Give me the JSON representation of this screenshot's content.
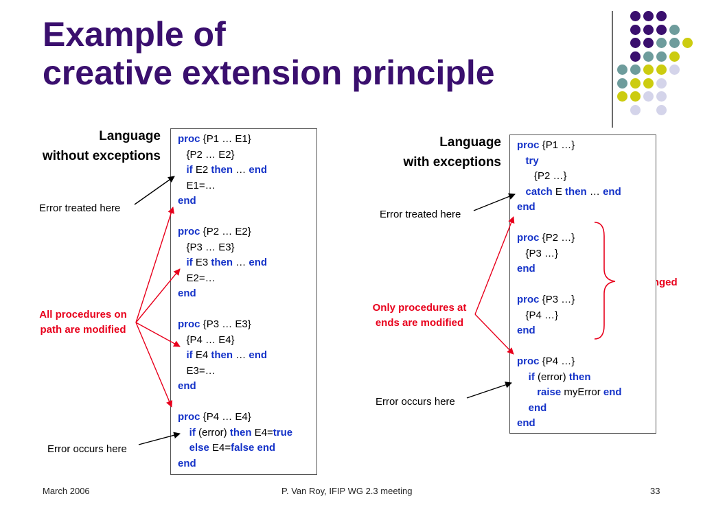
{
  "slide": {
    "title_lines": [
      "Example of",
      "creative extension principle"
    ]
  },
  "left": {
    "label_lines": [
      "Language",
      "without exceptions"
    ],
    "error_treated": "Error treated here",
    "error_occurs": "Error occurs here",
    "red_lines": [
      "All procedures on",
      "path are modified"
    ],
    "code": [
      [
        [
          "kw",
          "proc"
        ],
        [
          "t",
          " {P1 … E1}"
        ]
      ],
      [
        [
          "t",
          "   {P2 … E2}"
        ]
      ],
      [
        [
          "t",
          "   "
        ],
        [
          "kw",
          "if"
        ],
        [
          "t",
          " E2 "
        ],
        [
          "kw",
          "then"
        ],
        [
          "t",
          " … "
        ],
        [
          "kw",
          "end"
        ]
      ],
      [
        [
          "t",
          "   E1=…"
        ]
      ],
      [
        [
          "kw",
          "end"
        ]
      ],
      [],
      [
        [
          "kw",
          "proc"
        ],
        [
          "t",
          " {P2 … E2}"
        ]
      ],
      [
        [
          "t",
          "   {P3 … E3}"
        ]
      ],
      [
        [
          "t",
          "   "
        ],
        [
          "kw",
          "if"
        ],
        [
          "t",
          " E3 "
        ],
        [
          "kw",
          "then"
        ],
        [
          "t",
          " … "
        ],
        [
          "kw",
          "end"
        ]
      ],
      [
        [
          "t",
          "   E2=…"
        ]
      ],
      [
        [
          "kw",
          "end"
        ]
      ],
      [],
      [
        [
          "kw",
          "proc"
        ],
        [
          "t",
          " {P3 … E3}"
        ]
      ],
      [
        [
          "t",
          "   {P4 … E4}"
        ]
      ],
      [
        [
          "t",
          "   "
        ],
        [
          "kw",
          "if"
        ],
        [
          "t",
          " E4 "
        ],
        [
          "kw",
          "then"
        ],
        [
          "t",
          " … "
        ],
        [
          "kw",
          "end"
        ]
      ],
      [
        [
          "t",
          "   E3=…"
        ]
      ],
      [
        [
          "kw",
          "end"
        ]
      ],
      [],
      [
        [
          "kw",
          "proc"
        ],
        [
          "t",
          " {P4 … E4}"
        ]
      ],
      [
        [
          "t",
          "    "
        ],
        [
          "kw",
          "if"
        ],
        [
          "t",
          " (error) "
        ],
        [
          "kw",
          "then"
        ],
        [
          "t",
          " E4="
        ],
        [
          "kw",
          "true"
        ]
      ],
      [
        [
          "t",
          "    "
        ],
        [
          "kw",
          "else"
        ],
        [
          "t",
          " E4="
        ],
        [
          "kw",
          "false"
        ],
        [
          "t",
          " "
        ],
        [
          "kw",
          "end"
        ]
      ],
      [
        [
          "kw",
          "end"
        ]
      ]
    ]
  },
  "right": {
    "label_lines": [
      "Language",
      "with exceptions"
    ],
    "error_treated": "Error treated here",
    "error_occurs": "Error occurs here",
    "red_lines": [
      "Only procedures at",
      "ends are modified"
    ],
    "unchanged": "Unchanged",
    "code": [
      [
        [
          "kw",
          "proc"
        ],
        [
          "t",
          " {P1 …}"
        ]
      ],
      [
        [
          "t",
          "   "
        ],
        [
          "kw",
          "try"
        ]
      ],
      [
        [
          "t",
          "      {P2 …}"
        ]
      ],
      [
        [
          "t",
          "   "
        ],
        [
          "kw",
          "catch"
        ],
        [
          "t",
          " E "
        ],
        [
          "kw",
          "then"
        ],
        [
          "t",
          " … "
        ],
        [
          "kw",
          "end"
        ]
      ],
      [
        [
          "kw",
          "end"
        ]
      ],
      [],
      [
        [
          "kw",
          "proc"
        ],
        [
          "t",
          " {P2 …}"
        ]
      ],
      [
        [
          "t",
          "   {P3 …}"
        ]
      ],
      [
        [
          "kw",
          "end"
        ]
      ],
      [],
      [
        [
          "kw",
          "proc"
        ],
        [
          "t",
          " {P3 …}"
        ]
      ],
      [
        [
          "t",
          "   {P4 …}"
        ]
      ],
      [
        [
          "kw",
          "end"
        ]
      ],
      [],
      [
        [
          "kw",
          "proc"
        ],
        [
          "t",
          " {P4 …}"
        ]
      ],
      [
        [
          "t",
          "    "
        ],
        [
          "kw",
          "if"
        ],
        [
          "t",
          " (error) "
        ],
        [
          "kw",
          "then"
        ]
      ],
      [
        [
          "t",
          "       "
        ],
        [
          "kw",
          "raise"
        ],
        [
          "t",
          " myError "
        ],
        [
          "kw",
          "end"
        ]
      ],
      [
        [
          "t",
          "    "
        ],
        [
          "kw",
          "end"
        ]
      ],
      [
        [
          "kw",
          "end"
        ]
      ]
    ]
  },
  "footer": {
    "date": "March 2006",
    "center": "P. Van Roy, IFIP WG 2.3 meeting",
    "page": "33"
  },
  "colors": {
    "title": "#3a0f6e",
    "keyword": "#1432c8",
    "red": "#e8001c",
    "dot_purple": "#3a0f6e",
    "dot_teal": "#6e9c9c",
    "dot_yellow": "#cccc10",
    "dot_lavender": "#d4d4ea"
  }
}
